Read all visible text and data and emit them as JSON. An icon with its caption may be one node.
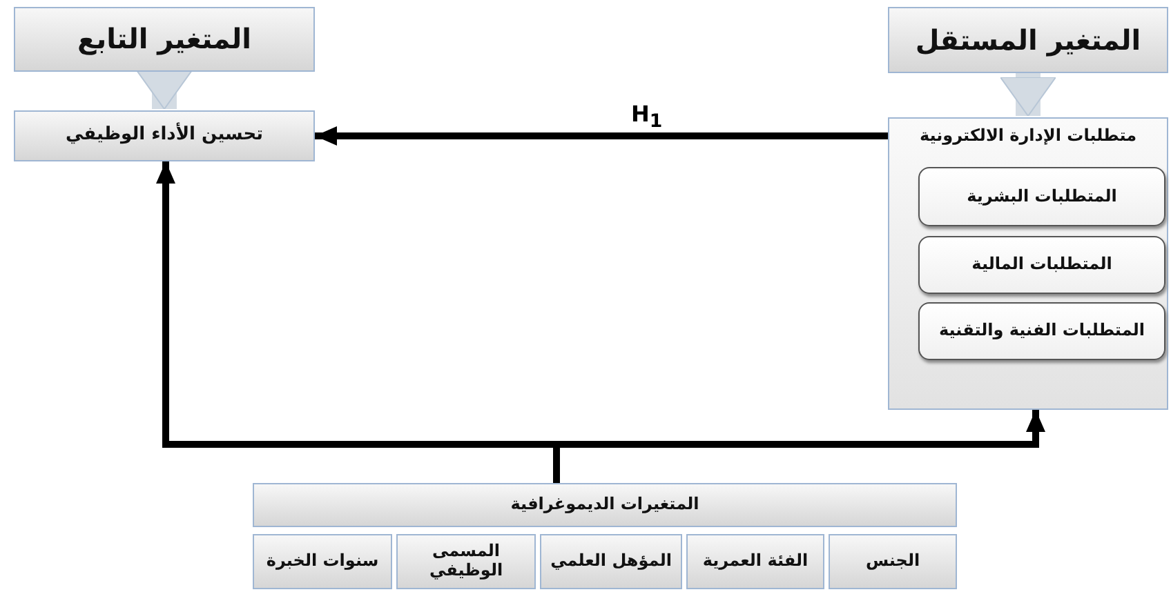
{
  "diagram": {
    "nodes": [
      {
        "text": [
          "المتغير التابع"
        ]
      },
      {
        "text": [
          "تحسين الأداء الوظيفي"
        ]
      },
      {
        "text": [
          "المتغير المستقل"
        ]
      },
      {
        "text": [
          "متطلبات الإدارة الالكترونية"
        ]
      },
      {
        "text": [
          "المتطلبات البشرية"
        ],
        "in": 3
      },
      {
        "text": [
          "المتطلبات المالية"
        ],
        "in": 3
      },
      {
        "text": [
          "المتطلبات الفنية والتقنية"
        ],
        "in": 3
      },
      {
        "text": [
          "المتغيرات الديموغرافية"
        ]
      },
      {
        "text": [
          "الجنس"
        ]
      },
      {
        "text": [
          "الفئة العمرية"
        ]
      },
      {
        "text": [
          "المؤهل العلمي"
        ]
      },
      {
        "text": [
          "المسمى الوظيفي"
        ]
      },
      {
        "text": [
          "سنوات الخبرة"
        ]
      }
    ],
    "edges": [
      {
        "from": 0,
        "to": 1,
        "arrow": "to",
        "color": "#d3dbe3",
        "style": "thick"
      },
      {
        "from": 2,
        "to": 3,
        "arrow": "to",
        "color": "#d3dbe3",
        "style": "thick"
      },
      {
        "from": 3,
        "to": 1,
        "arrow": "to",
        "label": "H$_{1}$"
      },
      {
        "from": 7,
        "to": 1,
        "arrow": "to"
      },
      {
        "from": 7,
        "to": 3,
        "arrow": "to"
      }
    ]
  }
}
